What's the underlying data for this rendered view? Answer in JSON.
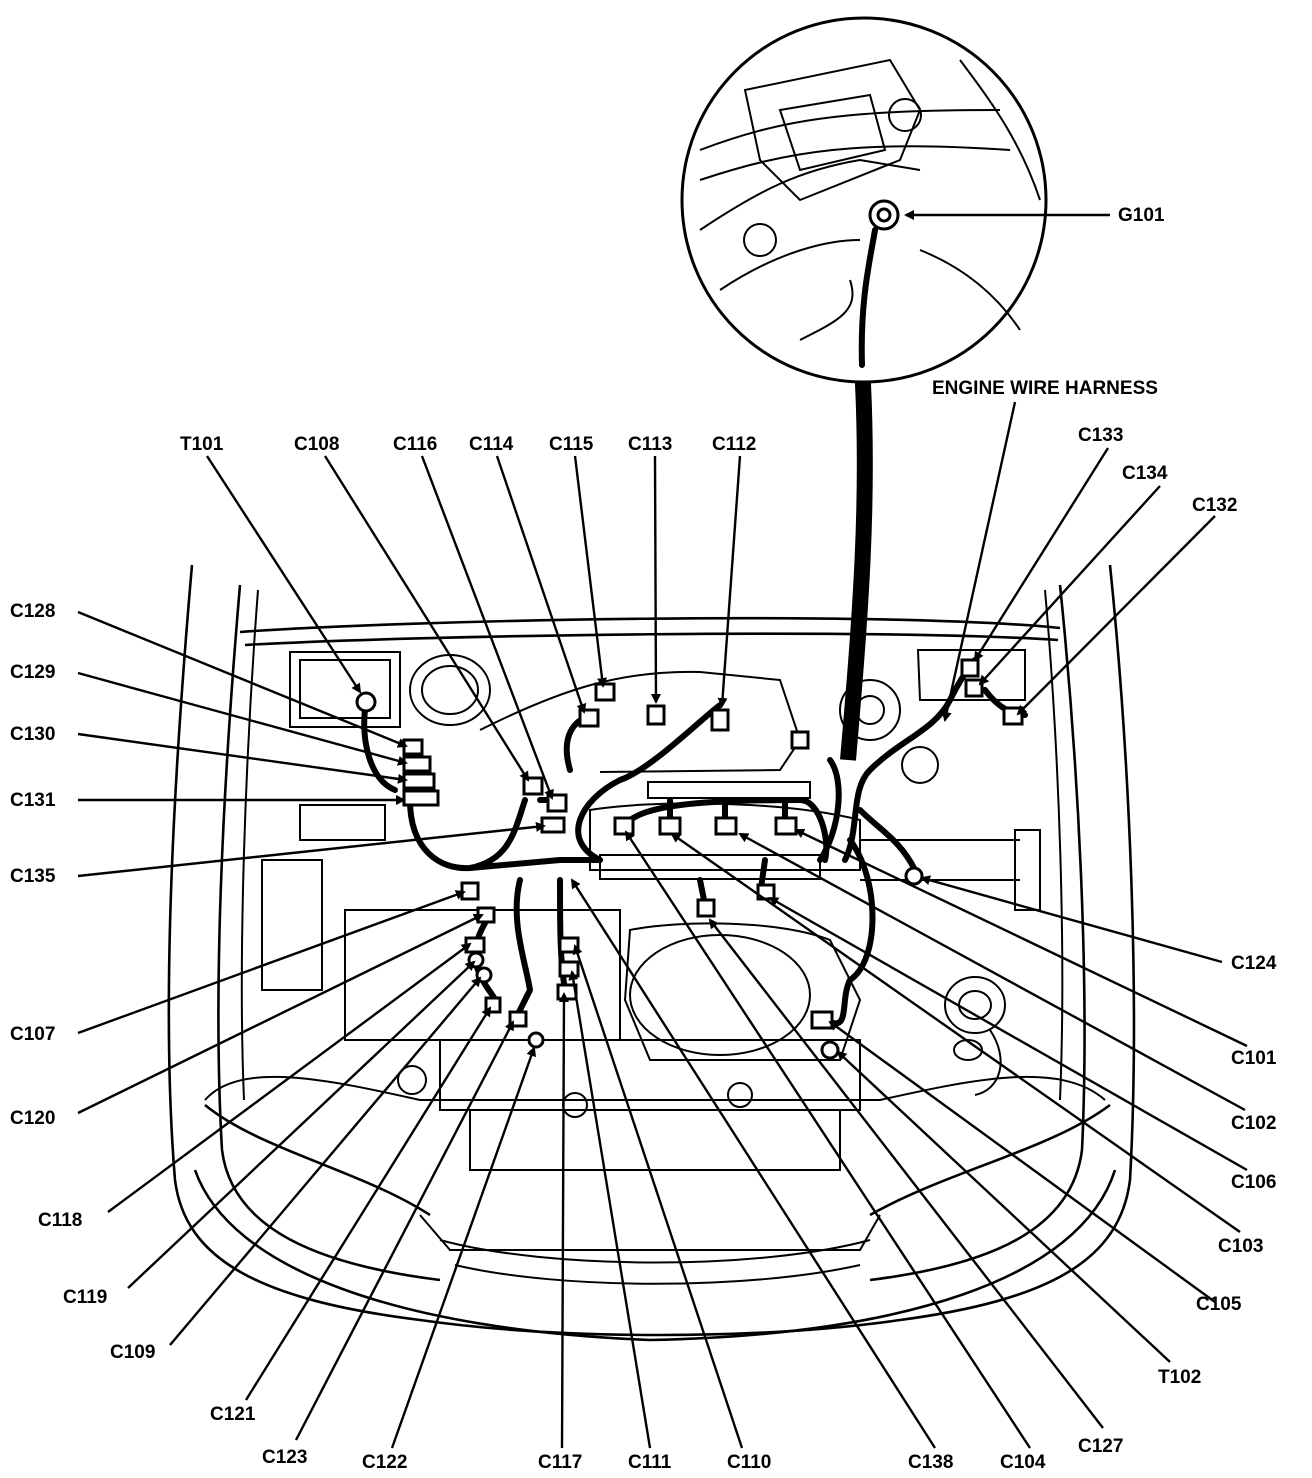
{
  "title": "ENGINE WIRE HARNESS",
  "labels": [
    {
      "id": "G101",
      "text": "G101"
    },
    {
      "id": "T101",
      "text": "T101"
    },
    {
      "id": "C108",
      "text": "C108"
    },
    {
      "id": "C116",
      "text": "C116"
    },
    {
      "id": "C114",
      "text": "C114"
    },
    {
      "id": "C115",
      "text": "C115"
    },
    {
      "id": "C113",
      "text": "C113"
    },
    {
      "id": "C112",
      "text": "C112"
    },
    {
      "id": "C133",
      "text": "C133"
    },
    {
      "id": "C134",
      "text": "C134"
    },
    {
      "id": "C132",
      "text": "C132"
    },
    {
      "id": "C128",
      "text": "C128"
    },
    {
      "id": "C129",
      "text": "C129"
    },
    {
      "id": "C130",
      "text": "C130"
    },
    {
      "id": "C131",
      "text": "C131"
    },
    {
      "id": "C135",
      "text": "C135"
    },
    {
      "id": "C107",
      "text": "C107"
    },
    {
      "id": "C120",
      "text": "C120"
    },
    {
      "id": "C118",
      "text": "C118"
    },
    {
      "id": "C119",
      "text": "C119"
    },
    {
      "id": "C109",
      "text": "C109"
    },
    {
      "id": "C121",
      "text": "C121"
    },
    {
      "id": "C123",
      "text": "C123"
    },
    {
      "id": "C122",
      "text": "C122"
    },
    {
      "id": "C117",
      "text": "C117"
    },
    {
      "id": "C111",
      "text": "C111"
    },
    {
      "id": "C110",
      "text": "C110"
    },
    {
      "id": "C138",
      "text": "C138"
    },
    {
      "id": "C104",
      "text": "C104"
    },
    {
      "id": "C127",
      "text": "C127"
    },
    {
      "id": "T102",
      "text": "T102"
    },
    {
      "id": "C105",
      "text": "C105"
    },
    {
      "id": "C103",
      "text": "C103"
    },
    {
      "id": "C106",
      "text": "C106"
    },
    {
      "id": "C102",
      "text": "C102"
    },
    {
      "id": "C101",
      "text": "C101"
    },
    {
      "id": "C124",
      "text": "C124"
    }
  ]
}
